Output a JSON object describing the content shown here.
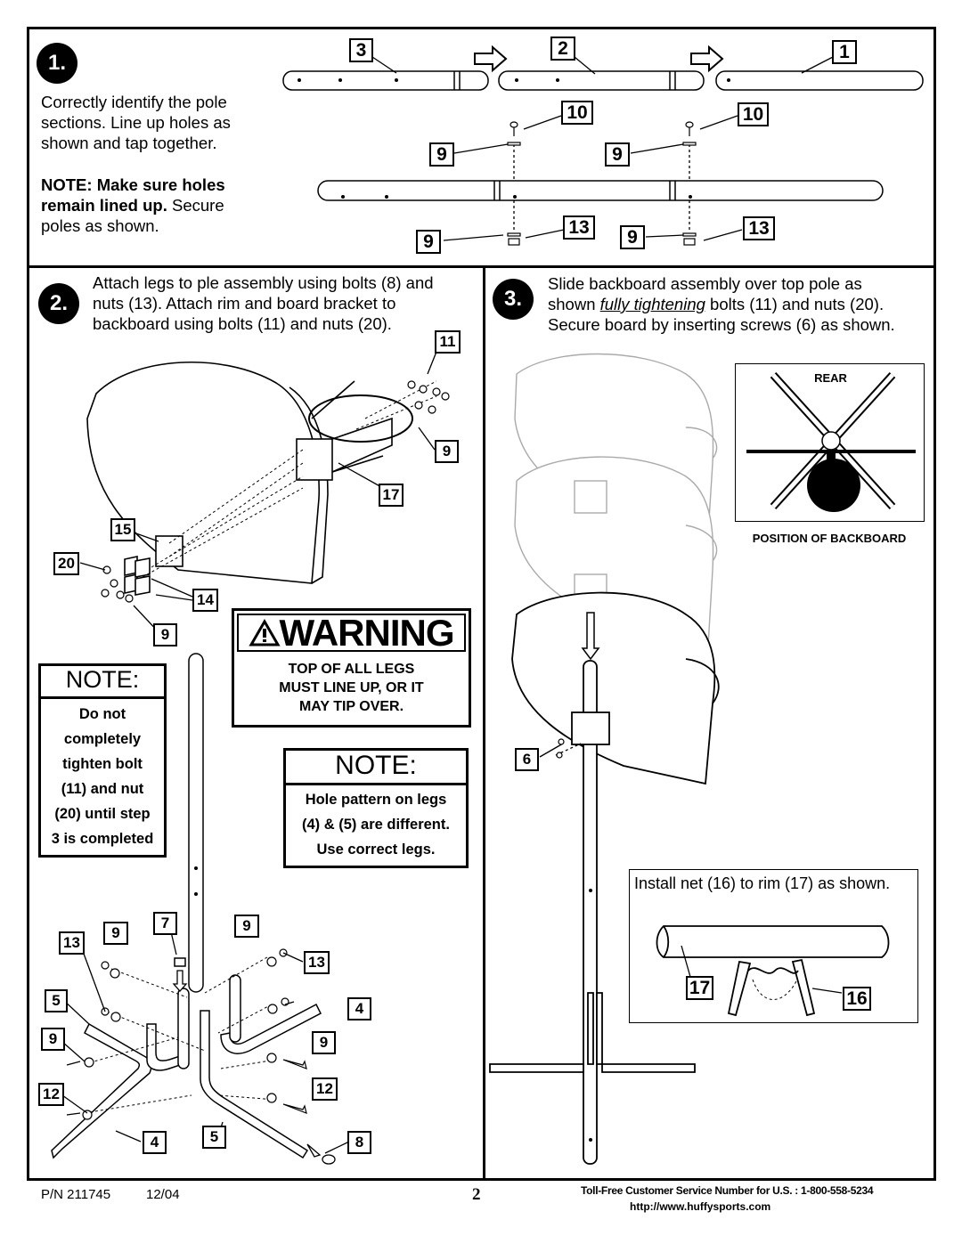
{
  "step1": {
    "number": "1.",
    "text_lines": [
      "Correctly identify the pole",
      "sections.  Line up holes as",
      "shown and tap together."
    ],
    "note_bold": "NOTE: Make sure holes",
    "note_line2_bold": "remain lined up.",
    "note_line2_rest": " Secure",
    "note_line3": "poles as shown.",
    "callouts": {
      "c3": "3",
      "c2": "2",
      "c1": "1",
      "c10a": "10",
      "c10b": "10",
      "c9a": "9",
      "c9b": "9",
      "c9c": "9",
      "c9d": "9",
      "c13a": "13",
      "c13b": "13"
    }
  },
  "step2": {
    "number": "2.",
    "text_lines": [
      "Attach legs to ple assembly using bolts (8) and",
      "nuts (13). Attach rim and board bracket to",
      "backboard using bolts (11) and nuts (20)."
    ],
    "callouts": {
      "c11": "11",
      "c9a": "9",
      "c17": "17",
      "c15": "15",
      "c20": "20",
      "c14": "14",
      "c9b": "9",
      "c7": "7",
      "c9c": "9",
      "c13a": "13",
      "c9d": "9",
      "c13b": "13",
      "c5a": "5",
      "c4a": "4",
      "c9e": "9",
      "c9f": "9",
      "c12a": "12",
      "c12b": "12",
      "c4b": "4",
      "c5b": "5",
      "c8": "8"
    },
    "note1": {
      "title": "NOTE:",
      "lines": [
        "Do not",
        "completely",
        "tighten bolt",
        "(11) and nut",
        "(20) until step",
        "3 is completed"
      ]
    },
    "warning": {
      "title": "WARNING",
      "lines": [
        "TOP OF ALL LEGS",
        "MUST LINE UP, OR IT",
        "MAY TIP OVER."
      ]
    },
    "note2": {
      "title": "NOTE:",
      "lines": [
        "Hole pattern on legs",
        "(4) & (5) are different.",
        "Use correct legs."
      ]
    }
  },
  "step3": {
    "number": "3.",
    "text_line1": "Slide backboard assembly over top pole as",
    "text_line2_pre": "shown ",
    "text_line2_em": "fully tightening",
    "text_line2_post": " bolts (11) and nuts (20).",
    "text_line3": "Secure board by inserting screws (6) as shown.",
    "rear_label": "REAR",
    "position_label": "POSITION OF BACKBOARD",
    "callouts": {
      "c6": "6",
      "c17": "17",
      "c16": "16"
    },
    "net_text": "Install net (16) to rim (17) as shown."
  },
  "footer": {
    "pn": "P/N 211745",
    "date": "12/04",
    "page": "2",
    "service": "Toll-Free Customer Service Number for U.S. : 1-800-558-5234",
    "url": "http://www.huffysports.com"
  }
}
